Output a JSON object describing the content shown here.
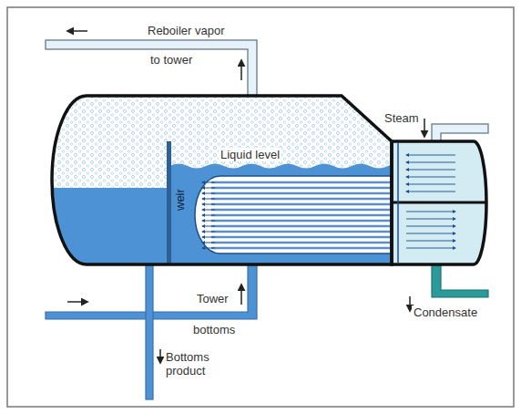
{
  "diagram": {
    "labels": [
      "Reboiler vapor",
      "to tower",
      "Liquid level",
      "weir",
      "Steam",
      "Condensate",
      "Tower",
      "bottoms",
      "Bottoms product"
    ]
  }
}
